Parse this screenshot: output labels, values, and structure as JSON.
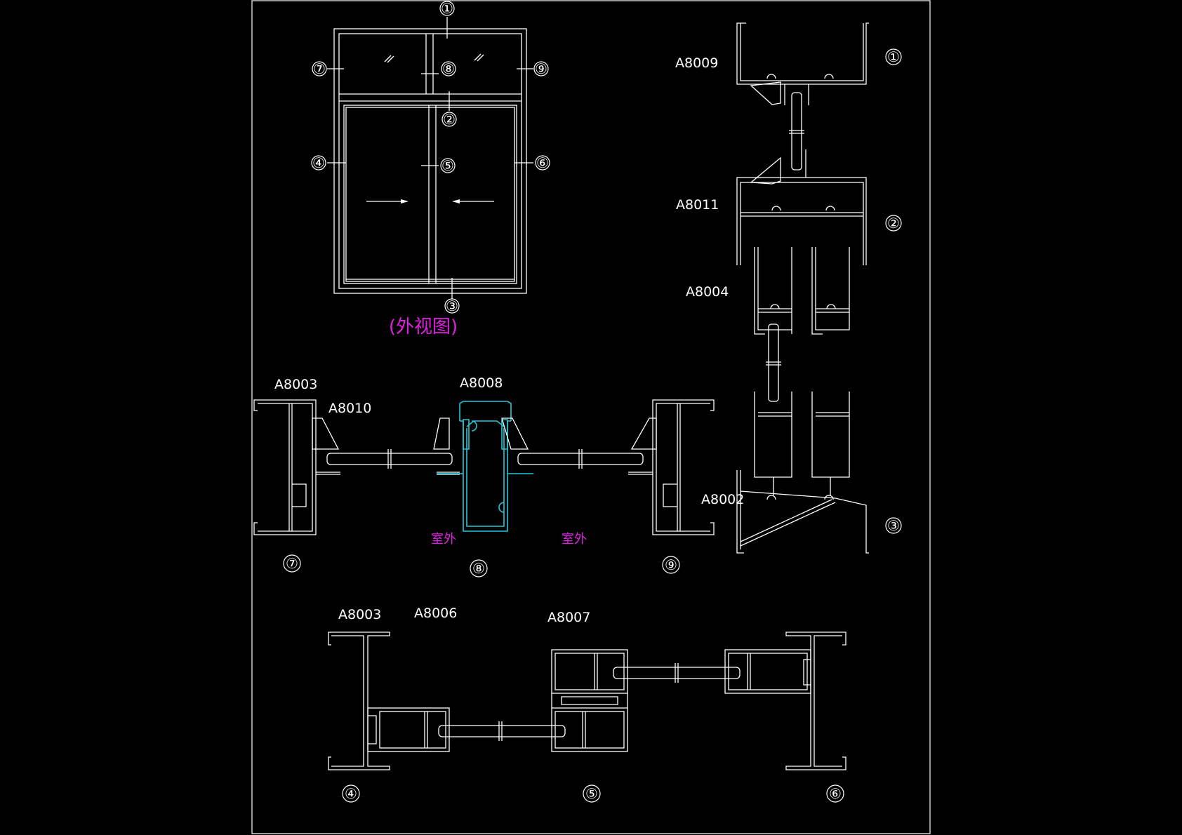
{
  "drawing": {
    "view_caption": "(外视图)",
    "outdoor_label": "室外",
    "colors": {
      "background": "#000000",
      "line": "#ffffff",
      "highlight": "#22c8d8",
      "annotation": "#e020e0"
    }
  },
  "section_markers": [
    "①",
    "②",
    "③",
    "④",
    "⑤",
    "⑥",
    "⑦",
    "⑧",
    "⑨"
  ],
  "profile_labels": {
    "a8009": "A8009",
    "a8011": "A8011",
    "a8004": "A8004",
    "a8002": "A8002",
    "a8003_top": "A8003",
    "a8010": "A8010",
    "a8008": "A8008",
    "a8003_bottom": "A8003",
    "a8006": "A8006",
    "a8007": "A8007"
  }
}
